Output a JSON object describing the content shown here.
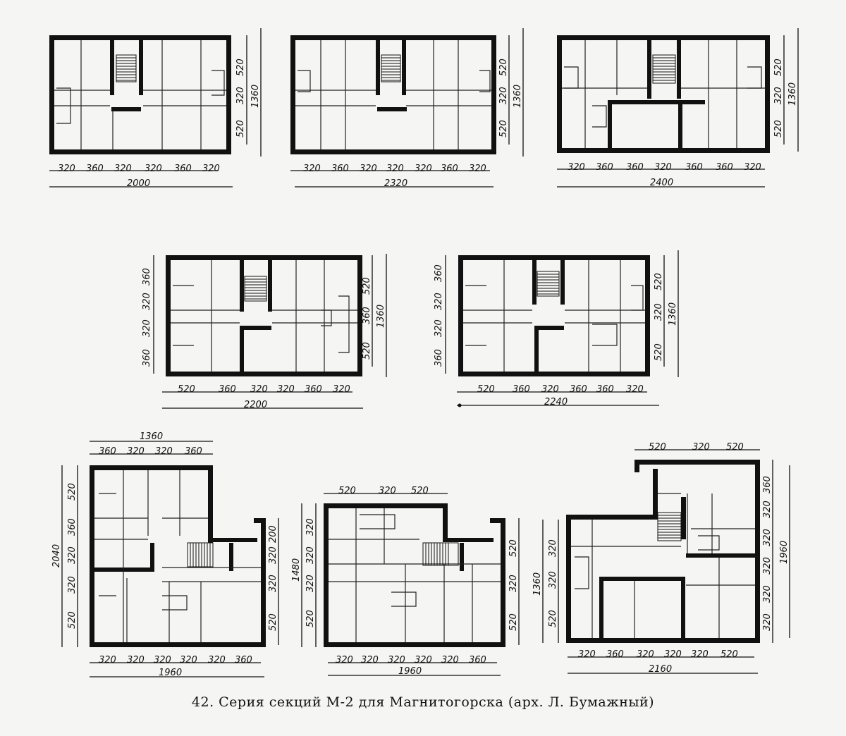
{
  "caption": "42. Серия секций М-2 для Магнитогорска  (арх. Л. Бумажный)",
  "plans": [
    {
      "id": "plan-1",
      "bottom_dims": [
        "320",
        "360",
        "320",
        "320",
        "360",
        "320"
      ],
      "total_width": "2000",
      "right_dims": [
        "520",
        "320",
        "520"
      ],
      "total_depth": "1360"
    },
    {
      "id": "plan-2",
      "bottom_dims": [
        "320",
        "360",
        "320",
        "320",
        "320",
        "360",
        "320"
      ],
      "total_width": "2320",
      "right_dims": [
        "520",
        "320",
        "520"
      ],
      "total_depth": "1360"
    },
    {
      "id": "plan-3",
      "bottom_dims": [
        "320",
        "360",
        "360",
        "320",
        "360",
        "360",
        "320"
      ],
      "total_width": "2400",
      "right_dims": [
        "520",
        "320",
        "520"
      ],
      "total_depth": "1360"
    },
    {
      "id": "plan-4",
      "bottom_dims": [
        "520",
        "360",
        "320",
        "320",
        "360",
        "320"
      ],
      "total_width": "2200",
      "left_dims": [
        "360",
        "320",
        "320",
        "360"
      ],
      "right_dims": [
        "520",
        "360",
        "520"
      ],
      "total_depth": "1360"
    },
    {
      "id": "plan-5",
      "bottom_dims": [
        "520",
        "360",
        "320",
        "360",
        "360",
        "320"
      ],
      "total_width": "2240",
      "left_dims": [
        "360",
        "320",
        "320",
        "360"
      ],
      "right_dims": [
        "520",
        "320",
        "520"
      ],
      "total_depth": "1360"
    },
    {
      "id": "plan-6",
      "top_total": "1360",
      "top_dims": [
        "360",
        "320",
        "320",
        "360"
      ],
      "left_dims": [
        "520",
        "360",
        "320",
        "320",
        "520"
      ],
      "left_total": "2040",
      "right_dims": [
        "200",
        "320",
        "320",
        "520"
      ],
      "bottom_dims": [
        "320",
        "320",
        "320",
        "320",
        "320",
        "360"
      ],
      "total_width": "1960"
    },
    {
      "id": "plan-7",
      "top_dims": [
        "520",
        "320",
        "520"
      ],
      "left_dims": [
        "320",
        "320",
        "320",
        "520"
      ],
      "left_total": "1480",
      "right_dims": [
        "520",
        "320",
        "520"
      ],
      "bottom_dims": [
        "320",
        "320",
        "320",
        "320",
        "320",
        "360"
      ],
      "total_width": "1960"
    },
    {
      "id": "plan-8",
      "top_dims": [
        "520",
        "320",
        "520"
      ],
      "left_dims": [
        "320",
        "320",
        "520"
      ],
      "left_total": "1360",
      "right_dims": [
        "360",
        "320",
        "320",
        "320",
        "320",
        "320"
      ],
      "right_total": "1960",
      "bottom_dims": [
        "320",
        "360",
        "320",
        "320",
        "320",
        "520"
      ],
      "total_width": "2160"
    }
  ]
}
